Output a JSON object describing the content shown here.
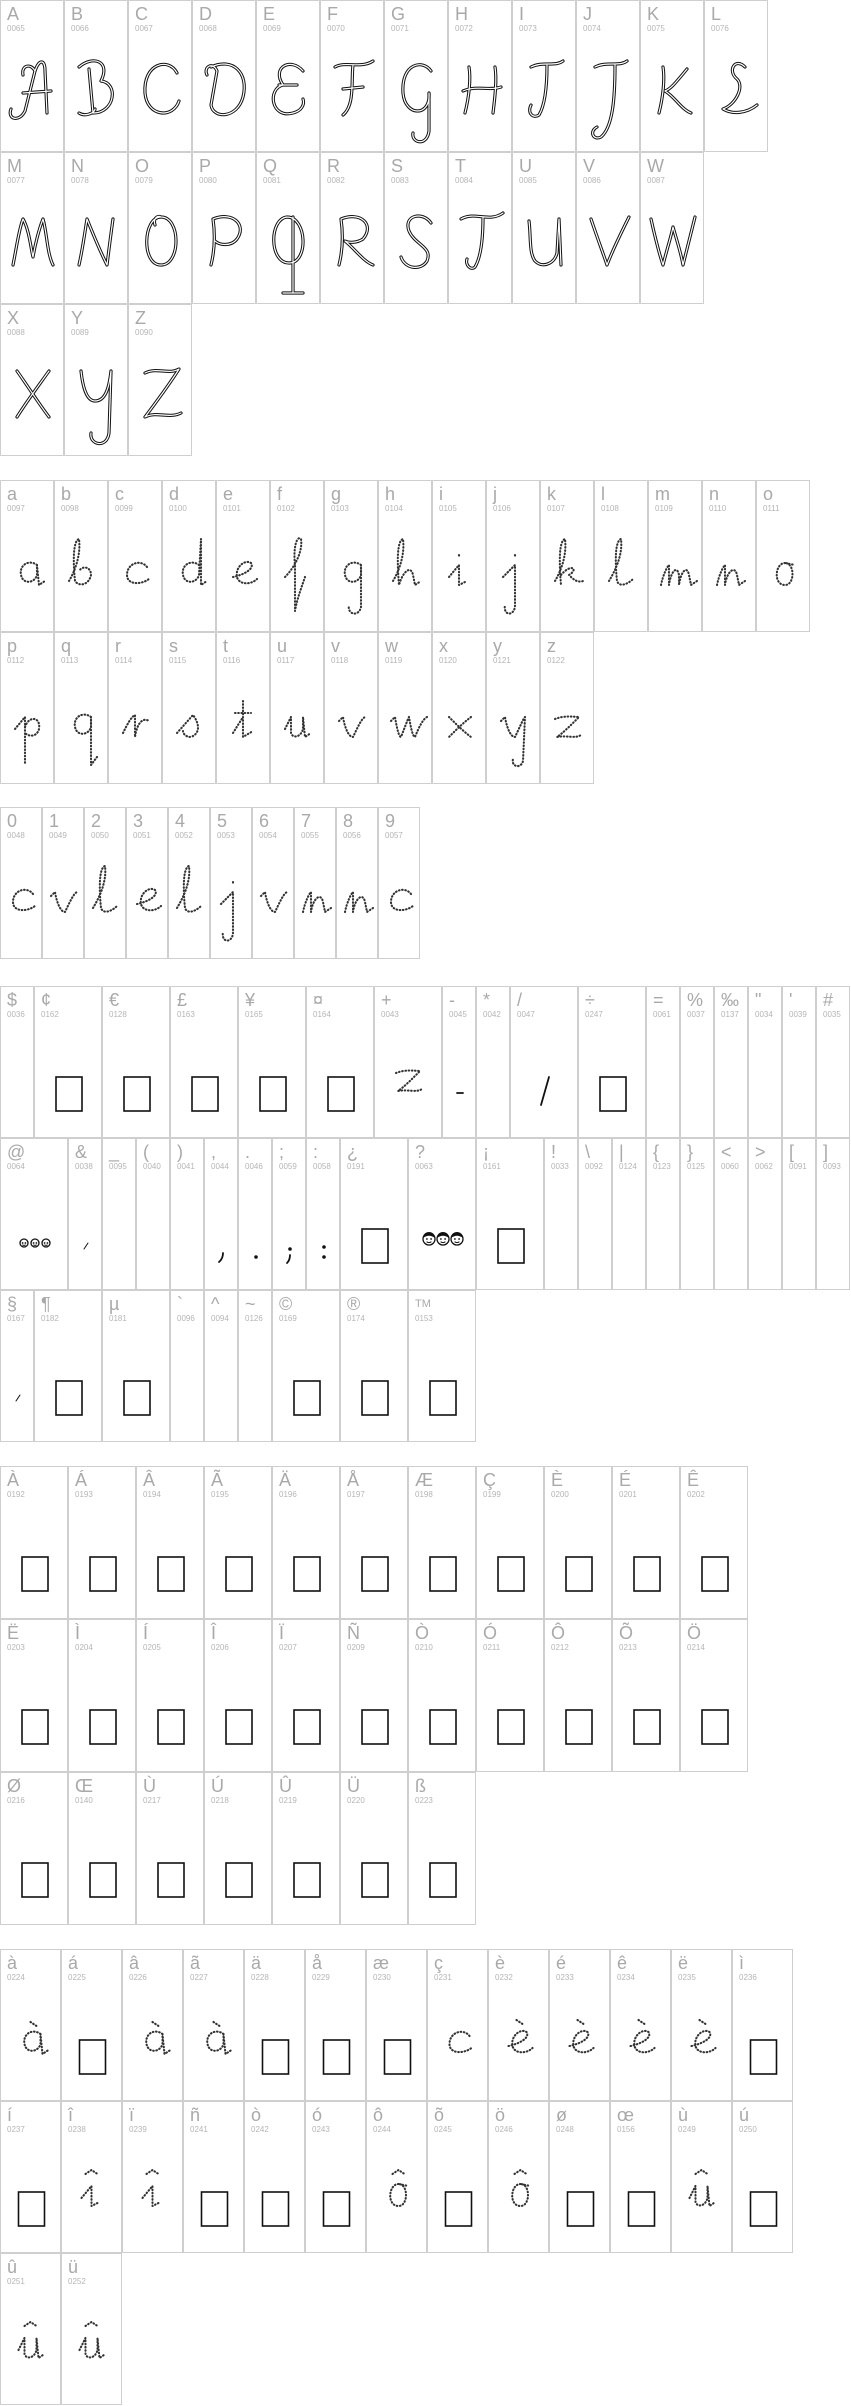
{
  "sections": [
    {
      "name": "uppercase",
      "glyphs": [
        {
          "char": "A",
          "code": "0065",
          "render": "upper"
        },
        {
          "char": "B",
          "code": "0066",
          "render": "upper"
        },
        {
          "char": "C",
          "code": "0067",
          "render": "upper"
        },
        {
          "char": "D",
          "code": "0068",
          "render": "upper"
        },
        {
          "char": "E",
          "code": "0069",
          "render": "upper"
        },
        {
          "char": "F",
          "code": "0070",
          "render": "upper"
        },
        {
          "char": "G",
          "code": "0071",
          "render": "upper"
        },
        {
          "char": "H",
          "code": "0072",
          "render": "upper"
        },
        {
          "char": "I",
          "code": "0073",
          "render": "upper"
        },
        {
          "char": "J",
          "code": "0074",
          "render": "upper"
        },
        {
          "char": "K",
          "code": "0075",
          "render": "upper"
        },
        {
          "char": "L",
          "code": "0076",
          "render": "upper"
        },
        {
          "char": "M",
          "code": "0077",
          "render": "upper"
        },
        {
          "char": "N",
          "code": "0078",
          "render": "upper"
        },
        {
          "char": "O",
          "code": "0079",
          "render": "upper"
        },
        {
          "char": "P",
          "code": "0080",
          "render": "upper"
        },
        {
          "char": "Q",
          "code": "0081",
          "render": "upper"
        },
        {
          "char": "R",
          "code": "0082",
          "render": "upper"
        },
        {
          "char": "S",
          "code": "0083",
          "render": "upper"
        },
        {
          "char": "T",
          "code": "0084",
          "render": "upper"
        },
        {
          "char": "U",
          "code": "0085",
          "render": "upper"
        },
        {
          "char": "V",
          "code": "0086",
          "render": "upper"
        },
        {
          "char": "W",
          "code": "0087",
          "render": "upper"
        },
        {
          "char": "X",
          "code": "0088",
          "render": "upper"
        },
        {
          "char": "Y",
          "code": "0089",
          "render": "upper"
        },
        {
          "char": "Z",
          "code": "0090",
          "render": "upper"
        }
      ]
    },
    {
      "name": "lowercase",
      "glyphs": [
        {
          "char": "a",
          "code": "0097",
          "render": "dots"
        },
        {
          "char": "b",
          "code": "0098",
          "render": "dots"
        },
        {
          "char": "c",
          "code": "0099",
          "render": "dots"
        },
        {
          "char": "d",
          "code": "0100",
          "render": "dots"
        },
        {
          "char": "e",
          "code": "0101",
          "render": "dots"
        },
        {
          "char": "f",
          "code": "0102",
          "render": "dots"
        },
        {
          "char": "g",
          "code": "0103",
          "render": "dots"
        },
        {
          "char": "h",
          "code": "0104",
          "render": "dots"
        },
        {
          "char": "i",
          "code": "0105",
          "render": "dots"
        },
        {
          "char": "j",
          "code": "0106",
          "render": "dots"
        },
        {
          "char": "k",
          "code": "0107",
          "render": "dots"
        },
        {
          "char": "l",
          "code": "0108",
          "render": "dots"
        },
        {
          "char": "m",
          "code": "0109",
          "render": "dots"
        },
        {
          "char": "n",
          "code": "0110",
          "render": "dots"
        },
        {
          "char": "o",
          "code": "0111",
          "render": "dots"
        },
        {
          "char": "p",
          "code": "0112",
          "render": "dots"
        },
        {
          "char": "q",
          "code": "0113",
          "render": "dots"
        },
        {
          "char": "r",
          "code": "0114",
          "render": "dots"
        },
        {
          "char": "s",
          "code": "0115",
          "render": "dots"
        },
        {
          "char": "t",
          "code": "0116",
          "render": "dots"
        },
        {
          "char": "u",
          "code": "0117",
          "render": "dots"
        },
        {
          "char": "v",
          "code": "0118",
          "render": "dots"
        },
        {
          "char": "w",
          "code": "0119",
          "render": "dots"
        },
        {
          "char": "x",
          "code": "0120",
          "render": "dots"
        },
        {
          "char": "y",
          "code": "0121",
          "render": "dots"
        },
        {
          "char": "z",
          "code": "0122",
          "render": "dots"
        }
      ]
    },
    {
      "name": "digits",
      "glyphs": [
        {
          "char": "0",
          "code": "0048",
          "render": "dots",
          "shape": "c"
        },
        {
          "char": "1",
          "code": "0049",
          "render": "dots",
          "shape": "v"
        },
        {
          "char": "2",
          "code": "0050",
          "render": "dots",
          "shape": "l"
        },
        {
          "char": "3",
          "code": "0051",
          "render": "dots",
          "shape": "e"
        },
        {
          "char": "4",
          "code": "0052",
          "render": "dots",
          "shape": "l"
        },
        {
          "char": "5",
          "code": "0053",
          "render": "dots",
          "shape": "j"
        },
        {
          "char": "6",
          "code": "0054",
          "render": "dots",
          "shape": "v"
        },
        {
          "char": "7",
          "code": "0055",
          "render": "dots",
          "shape": "n"
        },
        {
          "char": "8",
          "code": "0056",
          "render": "dots",
          "shape": "n"
        },
        {
          "char": "9",
          "code": "0057",
          "render": "dots",
          "shape": "c"
        }
      ]
    },
    {
      "name": "punctuation",
      "glyphs": [
        {
          "char": "$",
          "code": "0036",
          "render": "none"
        },
        {
          "char": "¢",
          "code": "0162",
          "render": "box"
        },
        {
          "char": "€",
          "code": "0128",
          "render": "box"
        },
        {
          "char": "£",
          "code": "0163",
          "render": "box"
        },
        {
          "char": "¥",
          "code": "0165",
          "render": "box"
        },
        {
          "char": "¤",
          "code": "0164",
          "render": "box"
        },
        {
          "char": "+",
          "code": "0043",
          "render": "dots",
          "shape": "z"
        },
        {
          "char": "-",
          "code": "0045",
          "render": "mark",
          "shape": "hyphen"
        },
        {
          "char": "*",
          "code": "0042",
          "render": "none"
        },
        {
          "char": "/",
          "code": "0047",
          "render": "mark",
          "shape": "slash"
        },
        {
          "char": "÷",
          "code": "0247",
          "render": "box"
        },
        {
          "char": "=",
          "code": "0061",
          "render": "none"
        },
        {
          "char": "%",
          "code": "0037",
          "render": "none"
        },
        {
          "char": "‰",
          "code": "0137",
          "render": "none"
        },
        {
          "char": "\"",
          "code": "0034",
          "render": "none"
        },
        {
          "char": "'",
          "code": "0039",
          "render": "none"
        },
        {
          "char": "#",
          "code": "0035",
          "render": "none"
        },
        {
          "char": "@",
          "code": "0064",
          "render": "faces-small"
        },
        {
          "char": "&",
          "code": "0038",
          "render": "mark",
          "shape": "tick"
        },
        {
          "char": "_",
          "code": "0095",
          "render": "none"
        },
        {
          "char": "(",
          "code": "0040",
          "render": "none"
        },
        {
          "char": ")",
          "code": "0041",
          "render": "none"
        },
        {
          "char": ",",
          "code": "0044",
          "render": "mark",
          "shape": "comma"
        },
        {
          "char": ".",
          "code": "0046",
          "render": "mark",
          "shape": "period"
        },
        {
          "char": ";",
          "code": "0059",
          "render": "mark",
          "shape": "semicolon"
        },
        {
          "char": ":",
          "code": "0058",
          "render": "mark",
          "shape": "colon"
        },
        {
          "char": "¿",
          "code": "0191",
          "render": "box"
        },
        {
          "char": "?",
          "code": "0063",
          "render": "faces-big"
        },
        {
          "char": "¡",
          "code": "0161",
          "render": "box"
        },
        {
          "char": "!",
          "code": "0033",
          "render": "none"
        },
        {
          "char": "\\",
          "code": "0092",
          "render": "none"
        },
        {
          "char": "|",
          "code": "0124",
          "render": "none"
        },
        {
          "char": "{",
          "code": "0123",
          "render": "none"
        },
        {
          "char": "}",
          "code": "0125",
          "render": "none"
        },
        {
          "char": "<",
          "code": "0060",
          "render": "none"
        },
        {
          "char": ">",
          "code": "0062",
          "render": "none"
        },
        {
          "char": "[",
          "code": "0091",
          "render": "none"
        },
        {
          "char": "]",
          "code": "0093",
          "render": "none"
        },
        {
          "char": "§",
          "code": "0167",
          "render": "mark",
          "shape": "tick"
        },
        {
          "char": "¶",
          "code": "0182",
          "render": "box"
        },
        {
          "char": "µ",
          "code": "0181",
          "render": "box"
        },
        {
          "char": "`",
          "code": "0096",
          "render": "none"
        },
        {
          "char": "^",
          "code": "0094",
          "render": "none"
        },
        {
          "char": "~",
          "code": "0126",
          "render": "none"
        },
        {
          "char": "©",
          "code": "0169",
          "render": "box"
        },
        {
          "char": "®",
          "code": "0174",
          "render": "box"
        },
        {
          "char": "TM",
          "code": "0153",
          "render": "box"
        }
      ]
    },
    {
      "name": "accented-uppercase",
      "glyphs": [
        {
          "char": "À",
          "code": "0192",
          "render": "box"
        },
        {
          "char": "Á",
          "code": "0193",
          "render": "box"
        },
        {
          "char": "Â",
          "code": "0194",
          "render": "box"
        },
        {
          "char": "Ã",
          "code": "0195",
          "render": "box"
        },
        {
          "char": "Ä",
          "code": "0196",
          "render": "box"
        },
        {
          "char": "Å",
          "code": "0197",
          "render": "box"
        },
        {
          "char": "Æ",
          "code": "0198",
          "render": "box"
        },
        {
          "char": "Ç",
          "code": "0199",
          "render": "box"
        },
        {
          "char": "È",
          "code": "0200",
          "render": "box"
        },
        {
          "char": "É",
          "code": "0201",
          "render": "box"
        },
        {
          "char": "Ê",
          "code": "0202",
          "render": "box"
        },
        {
          "char": "Ë",
          "code": "0203",
          "render": "box"
        },
        {
          "char": "Ì",
          "code": "0204",
          "render": "box"
        },
        {
          "char": "Í",
          "code": "0205",
          "render": "box"
        },
        {
          "char": "Î",
          "code": "0206",
          "render": "box"
        },
        {
          "char": "Ï",
          "code": "0207",
          "render": "box"
        },
        {
          "char": "Ñ",
          "code": "0209",
          "render": "box"
        },
        {
          "char": "Ò",
          "code": "0210",
          "render": "box"
        },
        {
          "char": "Ó",
          "code": "0211",
          "render": "box"
        },
        {
          "char": "Ô",
          "code": "0212",
          "render": "box"
        },
        {
          "char": "Õ",
          "code": "0213",
          "render": "box"
        },
        {
          "char": "Ö",
          "code": "0214",
          "render": "box"
        },
        {
          "char": "Ø",
          "code": "0216",
          "render": "box"
        },
        {
          "char": "Œ",
          "code": "0140",
          "render": "box"
        },
        {
          "char": "Ù",
          "code": "0217",
          "render": "box"
        },
        {
          "char": "Ú",
          "code": "0218",
          "render": "box"
        },
        {
          "char": "Û",
          "code": "0219",
          "render": "box"
        },
        {
          "char": "Ü",
          "code": "0220",
          "render": "box"
        },
        {
          "char": "ß",
          "code": "0223",
          "render": "box"
        }
      ]
    },
    {
      "name": "accented-lowercase",
      "glyphs": [
        {
          "char": "à",
          "code": "0224",
          "render": "dots",
          "shape": "a"
        },
        {
          "char": "á",
          "code": "0225",
          "render": "box"
        },
        {
          "char": "â",
          "code": "0226",
          "render": "dots",
          "shape": "a"
        },
        {
          "char": "ã",
          "code": "0227",
          "render": "dots",
          "shape": "a"
        },
        {
          "char": "ä",
          "code": "0228",
          "render": "box"
        },
        {
          "char": "å",
          "code": "0229",
          "render": "box"
        },
        {
          "char": "æ",
          "code": "0230",
          "render": "box"
        },
        {
          "char": "ç",
          "code": "0231",
          "render": "dots",
          "shape": "c"
        },
        {
          "char": "è",
          "code": "0232",
          "render": "dots",
          "shape": "e"
        },
        {
          "char": "é",
          "code": "0233",
          "render": "dots",
          "shape": "e"
        },
        {
          "char": "ê",
          "code": "0234",
          "render": "dots",
          "shape": "e"
        },
        {
          "char": "ë",
          "code": "0235",
          "render": "dots",
          "shape": "e"
        },
        {
          "char": "ì",
          "code": "0236",
          "render": "box"
        },
        {
          "char": "í",
          "code": "0237",
          "render": "box"
        },
        {
          "char": "î",
          "code": "0238",
          "render": "dots",
          "shape": "i"
        },
        {
          "char": "ï",
          "code": "0239",
          "render": "dots",
          "shape": "i"
        },
        {
          "char": "ñ",
          "code": "0241",
          "render": "box"
        },
        {
          "char": "ò",
          "code": "0242",
          "render": "box"
        },
        {
          "char": "ó",
          "code": "0243",
          "render": "box"
        },
        {
          "char": "ô",
          "code": "0244",
          "render": "dots",
          "shape": "o"
        },
        {
          "char": "õ",
          "code": "0245",
          "render": "box"
        },
        {
          "char": "ö",
          "code": "0246",
          "render": "dots",
          "shape": "o"
        },
        {
          "char": "ø",
          "code": "0248",
          "render": "box"
        },
        {
          "char": "œ",
          "code": "0156",
          "render": "box"
        },
        {
          "char": "ù",
          "code": "0249",
          "render": "dots",
          "shape": "u"
        },
        {
          "char": "ú",
          "code": "0250",
          "render": "box"
        },
        {
          "char": "û",
          "code": "0251",
          "render": "dots",
          "shape": "u"
        },
        {
          "char": "ü",
          "code": "0252",
          "render": "dots",
          "shape": "u"
        }
      ]
    }
  ]
}
